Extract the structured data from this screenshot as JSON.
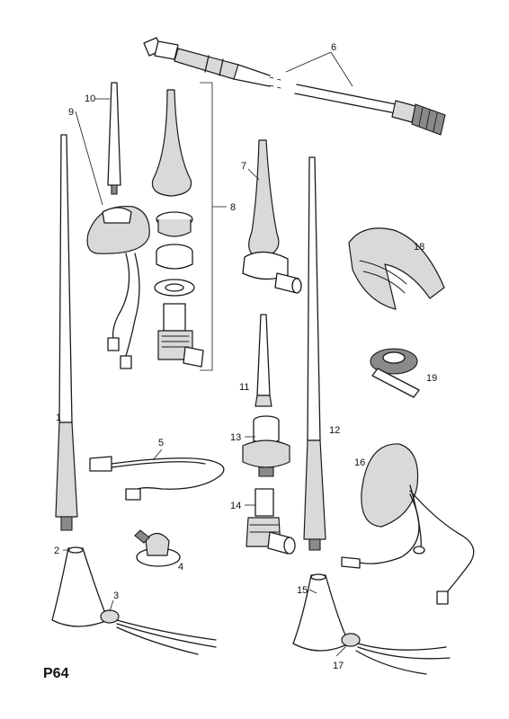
{
  "page_code": "P64",
  "callouts": {
    "c1": "1",
    "c2": "2",
    "c3": "3",
    "c4": "4",
    "c5": "5",
    "c6": "6",
    "c7": "7",
    "c8": "8",
    "c9": "9",
    "c10": "10",
    "c11": "11",
    "c12": "12",
    "c13": "13",
    "c14": "14",
    "c15": "15",
    "c16": "16",
    "c17": "17",
    "c18": "18",
    "c19": "19"
  }
}
